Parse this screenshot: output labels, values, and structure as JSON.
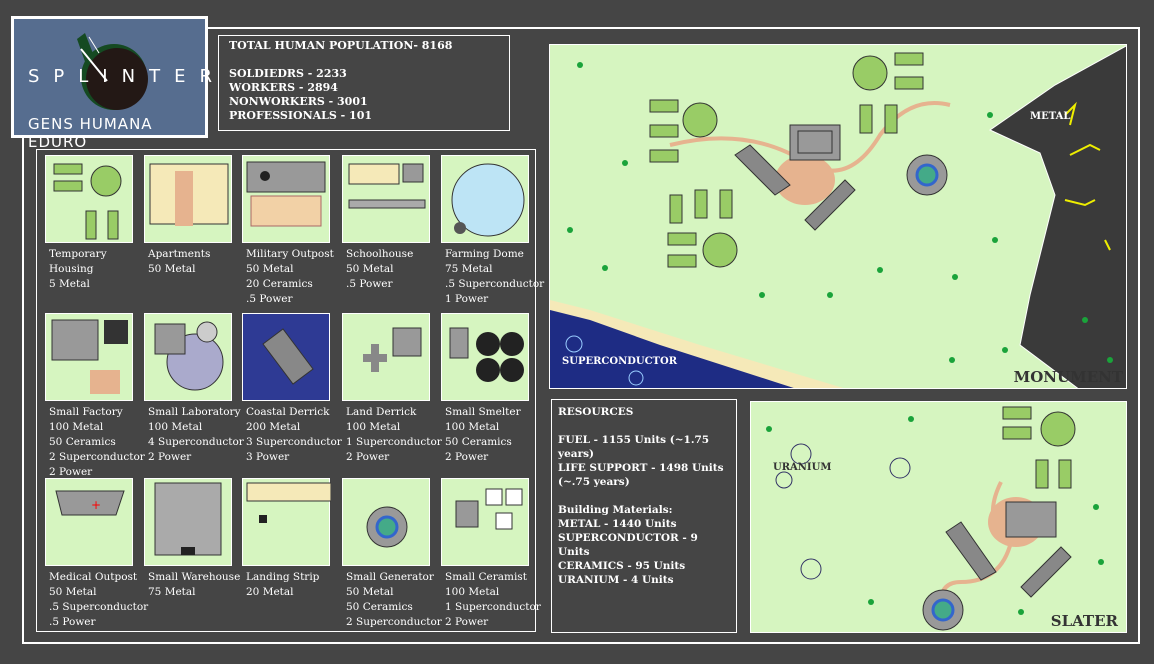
{
  "logo": {
    "title": "SPLINTER",
    "motto": "GENS HUMANA EDURO"
  },
  "population": {
    "total": "TOTAL HUMAN POPULATION- 8168",
    "soldiers": "SOLDIEDRS - 2233",
    "workers": "WORKERS - 2894",
    "nonworkers": "NONWORKERS - 3001",
    "professionals": "PROFESSIONALS - 101"
  },
  "buildings": [
    {
      "name": "Temporary",
      "name2": "Housing",
      "costs": [
        "5 Metal"
      ]
    },
    {
      "name": "Apartments",
      "costs": [
        "50 Metal"
      ]
    },
    {
      "name": "Military Outpost",
      "costs": [
        "50 Metal",
        "20 Ceramics",
        ".5 Power"
      ]
    },
    {
      "name": "Schoolhouse",
      "costs": [
        "50 Metal",
        ".5 Power"
      ]
    },
    {
      "name": "Farming Dome",
      "costs": [
        "75 Metal",
        ".5 Superconductor",
        "1 Power"
      ]
    },
    {
      "name": "Small Factory",
      "costs": [
        "100 Metal",
        "50 Ceramics",
        "2 Superconductor",
        "2 Power"
      ]
    },
    {
      "name": "Small Laboratory",
      "costs": [
        "100 Metal",
        "4 Superconductor",
        "2 Power"
      ]
    },
    {
      "name": "Coastal Derrick",
      "costs": [
        "200 Metal",
        "3 Superconductor",
        "3 Power"
      ]
    },
    {
      "name": "Land Derrick",
      "costs": [
        "100 Metal",
        "1 Superconductor",
        "2 Power"
      ]
    },
    {
      "name": "Small Smelter",
      "costs": [
        "100 Metal",
        "50 Ceramics",
        "2 Power"
      ]
    },
    {
      "name": "Medical Outpost",
      "costs": [
        "50 Metal",
        ".5 Superconductor",
        ".5 Power"
      ]
    },
    {
      "name": "Small Warehouse",
      "costs": [
        "75 Metal"
      ]
    },
    {
      "name": "Landing Strip",
      "costs": [
        "20 Metal"
      ]
    },
    {
      "name": "Small Generator",
      "costs": [
        "50 Metal",
        "50 Ceramics",
        "2 Superconductor"
      ]
    },
    {
      "name": "Small Ceramist",
      "costs": [
        "100 Metal",
        "1 Superconductor",
        "2 Power"
      ]
    }
  ],
  "resources": {
    "title": "RESOURCES",
    "fuel": "FUEL - 1155 Units (~1.75 years)",
    "life": "LIFE SUPPORT - 1498 Units (~.75 years)",
    "bm": "Building Materials:",
    "metal": "METAL - 1440 Units",
    "super": "SUPERCONDUCTOR - 9 Units",
    "ceramics": "CERAMICS - 95 Units",
    "uranium": "URANIUM - 4 Units"
  },
  "maps": {
    "monument": {
      "name": "MONUMENT",
      "metal": "METAL",
      "superconductor": "SUPERCONDUCTOR"
    },
    "slater": {
      "name": "SLATER",
      "uranium": "URANIUM"
    }
  }
}
